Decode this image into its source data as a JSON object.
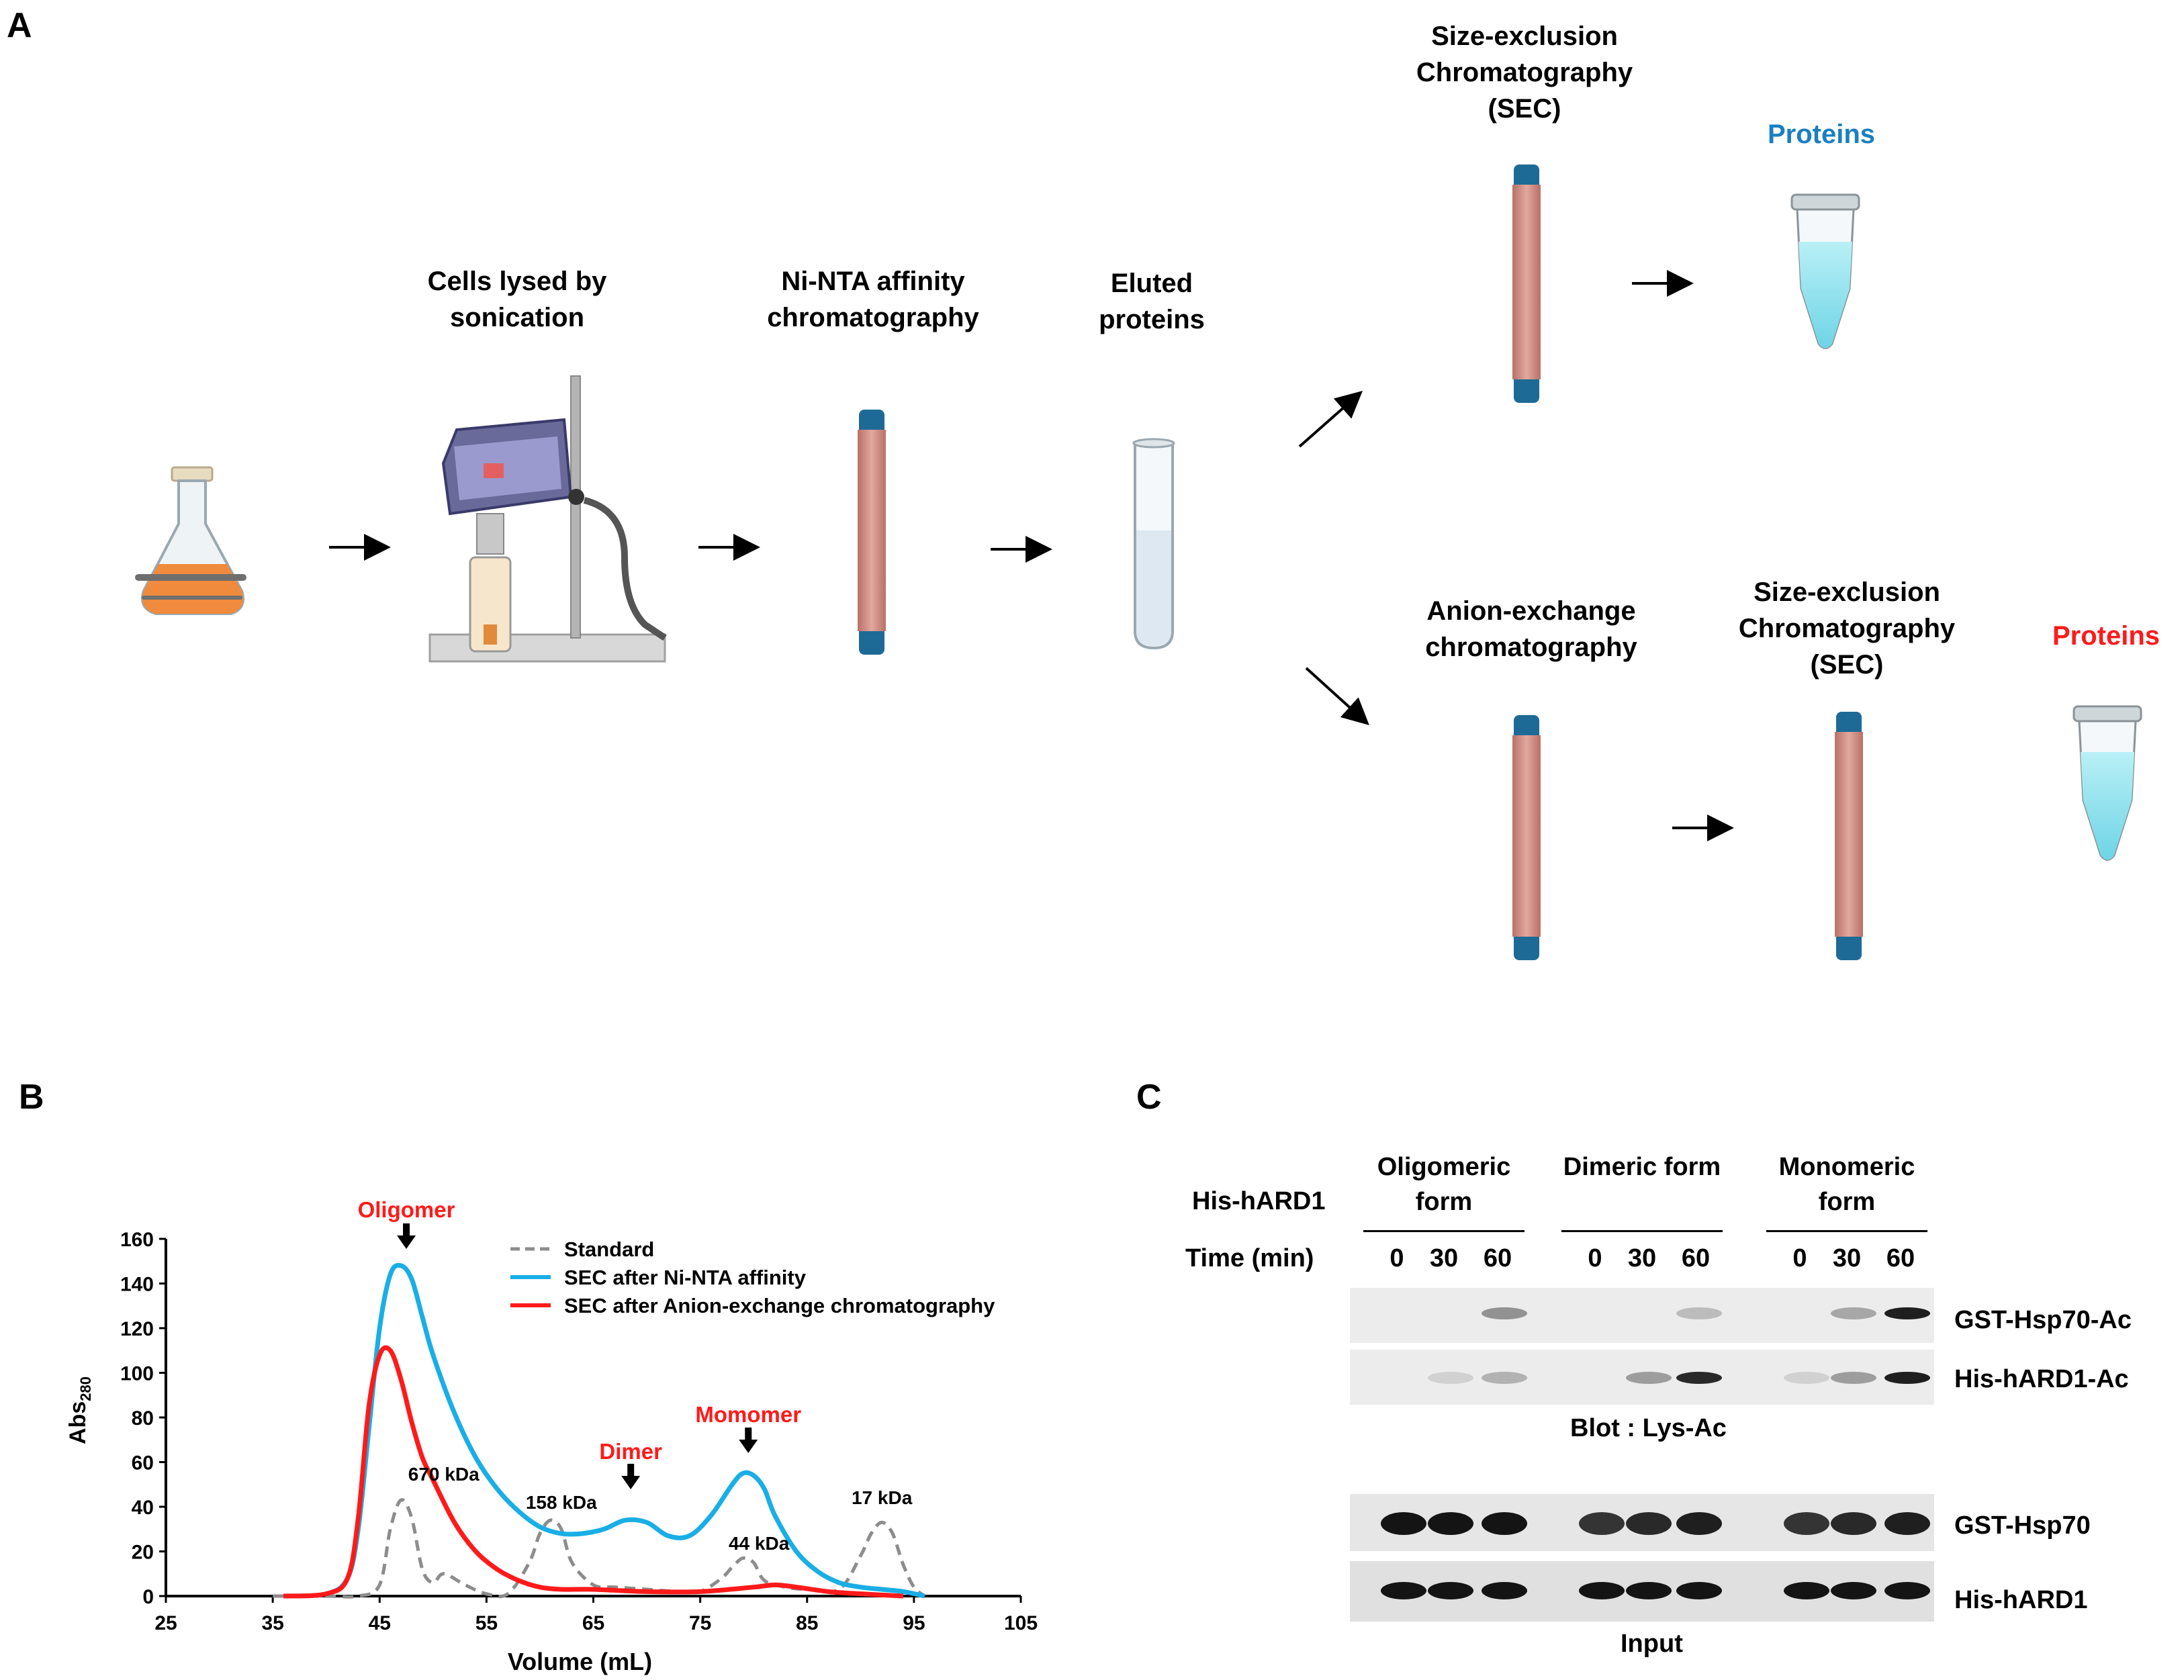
{
  "panel_a": {
    "letter": "A",
    "steps": {
      "lysis": "Cells lysed by sonication",
      "ninta": "Ni-NTA affinity chromatography",
      "eluted": "Eluted proteins",
      "sec_top": "Size-exclusion Chromatography (SEC)",
      "anion": "Anion-exchange chromatography",
      "sec_bottom": "Size-exclusion Chromatography (SEC)"
    },
    "proteins_top": "Proteins",
    "proteins_bottom": "Proteins",
    "colors": {
      "proteins_top": "#1a7fc1",
      "proteins_bottom": "#ff1a1a",
      "column": "#d4948c",
      "cap": "#1e6a96"
    }
  },
  "panel_b": {
    "letter": "B",
    "annotations": {
      "oligomer": "Oligomer",
      "dimer": "Dimer",
      "monomer": "Momomer",
      "kda_670": "670 kDa",
      "kda_158": "158 kDa",
      "kda_44": "44 kDa",
      "kda_17": "17 kDa"
    },
    "ylabel_main": "Abs",
    "ylabel_sub": "280"
  },
  "chart_data": {
    "type": "line",
    "xlabel": "Volume (mL)",
    "ylabel": "Abs280",
    "xlim": [
      25,
      105
    ],
    "ylim": [
      0,
      160
    ],
    "xticks": [
      25,
      35,
      45,
      55,
      65,
      75,
      85,
      95,
      105
    ],
    "yticks": [
      0,
      20,
      40,
      60,
      80,
      100,
      120,
      140,
      160
    ],
    "grid": false,
    "legend_position": "top-right",
    "series": [
      {
        "name": "Standard",
        "color": "#8c8c8c",
        "style": "dashed",
        "x": [
          35,
          40,
          43,
          45,
          46,
          47,
          48,
          49,
          50,
          51,
          53,
          55,
          57,
          59,
          60,
          61,
          62,
          63,
          65,
          67,
          70,
          73,
          75,
          77,
          78,
          79,
          80,
          81,
          83,
          85,
          88,
          90,
          91,
          92,
          93,
          94,
          95,
          96
        ],
        "y": [
          0,
          0,
          0,
          5,
          30,
          43,
          35,
          12,
          6,
          10,
          5,
          1,
          1,
          15,
          28,
          34,
          30,
          15,
          5,
          4,
          3,
          2,
          2,
          8,
          13,
          17,
          15,
          7,
          4,
          3,
          3,
          18,
          28,
          33,
          28,
          14,
          4,
          0
        ]
      },
      {
        "name": "SEC after Ni-NTA affinity",
        "color": "#19aee6",
        "style": "solid",
        "x": [
          36,
          40,
          42,
          43,
          44,
          45,
          46,
          47,
          48,
          49,
          50,
          52,
          54,
          56,
          58,
          60,
          62,
          64,
          66,
          68,
          70,
          72,
          74,
          76,
          78,
          79,
          80,
          81,
          82,
          84,
          86,
          88,
          90,
          92,
          94,
          96
        ],
        "y": [
          0,
          1,
          8,
          30,
          75,
          120,
          144,
          148,
          142,
          125,
          108,
          82,
          62,
          48,
          38,
          31,
          28,
          28,
          30,
          34,
          33,
          27,
          27,
          36,
          50,
          55,
          54,
          48,
          36,
          20,
          11,
          6,
          4,
          3,
          2,
          0
        ]
      },
      {
        "name": "SEC after Anion-exchange chromatography",
        "color": "#ff1a1a",
        "style": "solid",
        "x": [
          36,
          40,
          42,
          43,
          44,
          45,
          46,
          47,
          48,
          49,
          50,
          52,
          54,
          56,
          58,
          60,
          62,
          65,
          70,
          75,
          80,
          82,
          84,
          87,
          90,
          94
        ],
        "y": [
          0,
          1,
          8,
          35,
          85,
          108,
          110,
          97,
          78,
          62,
          52,
          33,
          20,
          12,
          7,
          4,
          3,
          3,
          2,
          2,
          4,
          5,
          4,
          2,
          1,
          0
        ]
      }
    ]
  },
  "panel_c": {
    "letter": "C",
    "his_hard1_label": "His-hARD1",
    "time_label": "Time (min)",
    "groups": [
      {
        "name": "Oligomeric form",
        "times": [
          "0",
          "30",
          "60"
        ]
      },
      {
        "name": "Dimeric form",
        "times": [
          "0",
          "30",
          "60"
        ]
      },
      {
        "name": "Monomeric form",
        "times": [
          "0",
          "30",
          "60"
        ]
      }
    ],
    "blot_labels": {
      "gst_hsp70_ac": "GST-Hsp70-Ac",
      "his_hard1_ac": "His-hARD1-Ac",
      "gst_hsp70": "GST-Hsp70",
      "his_hard1": "His-hARD1"
    },
    "blot_lys_ac": "Blot : Lys-Ac",
    "input": "Input",
    "band_intensity": {
      "gst_hsp70_ac": [
        0,
        0,
        0.4,
        0,
        0,
        0.2,
        0,
        0.3,
        0.95
      ],
      "his_hard1_ac": [
        0,
        0.1,
        0.25,
        0,
        0.35,
        0.9,
        0.1,
        0.35,
        0.95
      ],
      "gst_hsp70": [
        1,
        1,
        1,
        0.85,
        0.9,
        0.95,
        0.85,
        0.9,
        0.95
      ],
      "his_hard1": [
        1,
        1,
        1,
        1,
        1,
        1,
        1,
        1,
        1
      ]
    }
  }
}
